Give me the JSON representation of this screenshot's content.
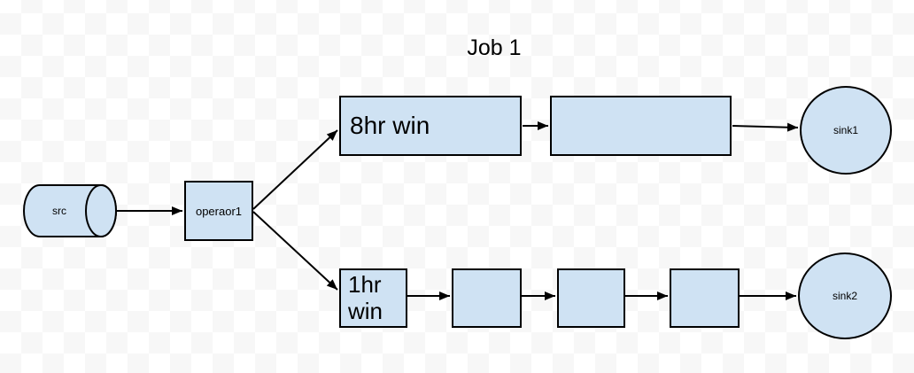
{
  "title": "Job 1",
  "colors": {
    "node_fill": "#cfe2f3",
    "node_border": "#000000",
    "connector": "#000000",
    "text": "#000000",
    "checker_light": "#ffffff",
    "checker_dark": "#f7f7f7"
  },
  "nodes": {
    "src": {
      "label": "src",
      "shape": "cylinder"
    },
    "operator1": {
      "label": "operaor1",
      "shape": "rectangle"
    },
    "window_8hr": {
      "label": "8hr win",
      "shape": "rectangle"
    },
    "stage_upper_2": {
      "label": "",
      "shape": "rectangle"
    },
    "sink1": {
      "label": "sink1",
      "shape": "circle"
    },
    "window_1hr": {
      "label": "1hr win",
      "shape": "rectangle"
    },
    "stage_lower_2": {
      "label": "",
      "shape": "rectangle"
    },
    "stage_lower_3": {
      "label": "",
      "shape": "rectangle"
    },
    "stage_lower_4": {
      "label": "",
      "shape": "rectangle"
    },
    "sink2": {
      "label": "sink2",
      "shape": "circle"
    }
  },
  "edges": [
    {
      "from": "src",
      "to": "operator1"
    },
    {
      "from": "operator1",
      "to": "window_8hr"
    },
    {
      "from": "operator1",
      "to": "window_1hr"
    },
    {
      "from": "window_8hr",
      "to": "stage_upper_2"
    },
    {
      "from": "stage_upper_2",
      "to": "sink1"
    },
    {
      "from": "window_1hr",
      "to": "stage_lower_2"
    },
    {
      "from": "stage_lower_2",
      "to": "stage_lower_3"
    },
    {
      "from": "stage_lower_3",
      "to": "stage_lower_4"
    },
    {
      "from": "stage_lower_4",
      "to": "sink2"
    }
  ]
}
